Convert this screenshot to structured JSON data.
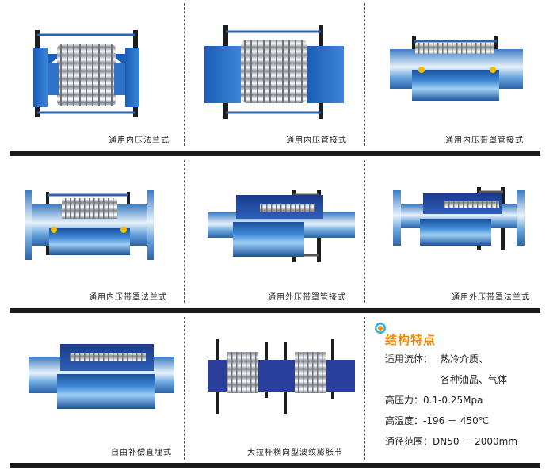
{
  "captions": [
    "通用内压法兰式",
    "通用内压管接式",
    "通用内压带罩管接式",
    "通用内压带罩法兰式",
    "通用外压带罩管接式",
    "通用外压带罩法兰式",
    "自由补偿直埋式",
    "大拉杆横向型波纹膨胀节"
  ],
  "features": {
    "title": "结构特点",
    "fluid_label": "适用流体：",
    "fluid_value_1": "热冷介质、",
    "fluid_value_2": "各种油品、气体",
    "pressure": "高压力：0.1-0.25Mpa",
    "temperature": "高温度：-196 － 450℃",
    "diameter": "通径范围：DN50 － 2000mm"
  },
  "colors": {
    "pipe_blue": "#2f73c9",
    "bellows_silver": "#c9ccd2",
    "rule": "#1a1a1a",
    "title_orange": "#f08a00"
  }
}
